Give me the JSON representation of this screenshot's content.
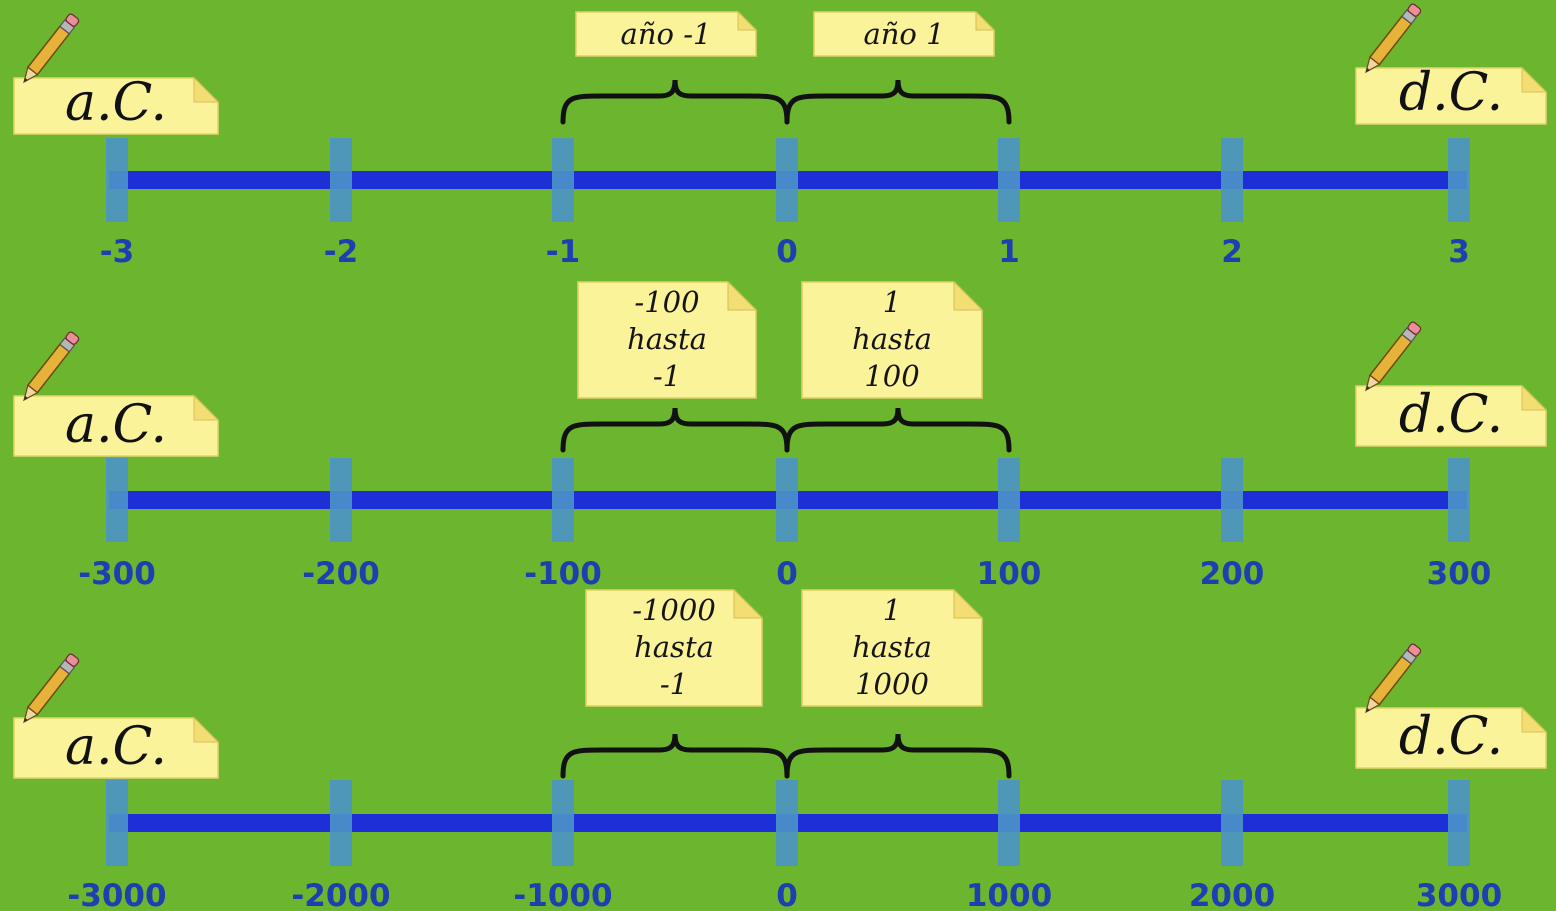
{
  "colors": {
    "background": "#6cb52e",
    "axis": "#1f2fd8",
    "tick": "#4b94c8",
    "label": "#1d3fb0",
    "note": "#fbf39a",
    "note_fold": "#f3de74",
    "brace": "#111111"
  },
  "icons": [
    "pencil-icon"
  ],
  "timelines": [
    {
      "era_left": "a.C.",
      "era_right": "d.C.",
      "ticks": [
        "-3",
        "-2",
        "-1",
        "0",
        "1",
        "2",
        "3"
      ],
      "note_left": [
        "año -1"
      ],
      "note_right": [
        "año 1"
      ]
    },
    {
      "era_left": "a.C.",
      "era_right": "d.C.",
      "ticks": [
        "-300",
        "-200",
        "-100",
        "0",
        "100",
        "200",
        "300"
      ],
      "note_left": [
        "-100",
        "hasta",
        "-1"
      ],
      "note_right": [
        "1",
        "hasta",
        "100"
      ]
    },
    {
      "era_left": "a.C.",
      "era_right": "d.C.",
      "ticks": [
        "-3000",
        "-2000",
        "-1000",
        "0",
        "1000",
        "2000",
        "3000"
      ],
      "note_left": [
        "-1000",
        "hasta",
        "-1"
      ],
      "note_right": [
        "1",
        "hasta",
        "1000"
      ]
    }
  ]
}
